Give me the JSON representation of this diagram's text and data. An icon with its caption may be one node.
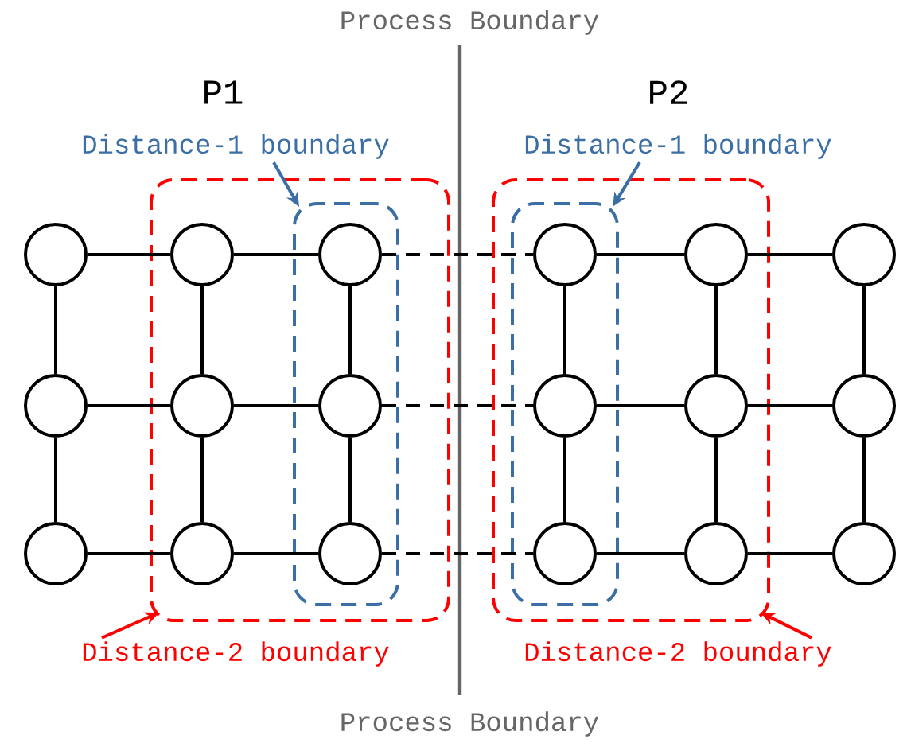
{
  "diagram": {
    "nodes": [
      {
        "text": [
          "Distance-1 boundary"
        ]
      },
      {
        "text": [
          "Distance-1 boundary"
        ]
      },
      {
        "text": [],
        "shape": "box"
      },
      {
        "text": [],
        "shape": "box",
        "in": 2
      },
      {
        "text": [],
        "shape": "box"
      },
      {
        "text": [],
        "shape": "box",
        "in": 4
      },
      {
        "text": [],
        "shape": "circle"
      },
      {
        "text": [],
        "shape": "circle",
        "in": 2
      },
      {
        "text": [],
        "shape": "circle",
        "in": 3
      },
      {
        "text": [],
        "shape": "circle",
        "in": 5
      },
      {
        "text": [],
        "shape": "circle",
        "in": 4
      },
      {
        "text": [],
        "shape": "circle"
      },
      {
        "text": [],
        "shape": "circle"
      },
      {
        "text": [],
        "shape": "circle",
        "in": 2
      },
      {
        "text": [],
        "shape": "circle",
        "in": 3
      },
      {
        "text": [],
        "shape": "circle",
        "in": 5
      },
      {
        "text": [],
        "shape": "circle",
        "in": 4
      },
      {
        "text": [],
        "shape": "circle"
      },
      {
        "text": [],
        "shape": "circle"
      },
      {
        "text": [],
        "shape": "circle",
        "in": 2
      },
      {
        "text": [],
        "shape": "circle",
        "in": 3
      },
      {
        "text": [],
        "shape": "circle",
        "in": 5
      },
      {
        "text": [],
        "shape": "circle",
        "in": 4
      },
      {
        "text": [],
        "shape": "circle"
      },
      {
        "text": [
          "Distance-2 boundary"
        ]
      },
      {
        "text": [
          "Distance-2 boundary"
        ]
      }
    ],
    "edges": [
      {
        "from": 6,
        "to": 7,
        "arrow": "none"
      },
      {
        "from": 7,
        "to": 8,
        "arrow": "none"
      },
      {
        "from": 8,
        "to": 9,
        "arrow": "none",
        "style": "dashed"
      },
      {
        "from": 9,
        "to": 10,
        "arrow": "none"
      },
      {
        "from": 10,
        "to": 11,
        "arrow": "none"
      },
      {
        "from": 12,
        "to": 13,
        "arrow": "none"
      },
      {
        "from": 13,
        "to": 14,
        "arrow": "none"
      },
      {
        "from": 14,
        "to": 15,
        "arrow": "none",
        "style": "dashed"
      },
      {
        "from": 15,
        "to": 16,
        "arrow": "none"
      },
      {
        "from": 16,
        "to": 17,
        "arrow": "none"
      },
      {
        "from": 18,
        "to": 19,
        "arrow": "none"
      },
      {
        "from": 19,
        "to": 20,
        "arrow": "none"
      },
      {
        "from": 20,
        "to": 21,
        "arrow": "none",
        "style": "dashed"
      },
      {
        "from": 21,
        "to": 22,
        "arrow": "none"
      },
      {
        "from": 22,
        "to": 23,
        "arrow": "none"
      },
      {
        "from": 6,
        "to": 12,
        "arrow": "none"
      },
      {
        "from": 12,
        "to": 18,
        "arrow": "none"
      },
      {
        "from": 7,
        "to": 13,
        "arrow": "none"
      },
      {
        "from": 13,
        "to": 19,
        "arrow": "none"
      },
      {
        "from": 8,
        "to": 14,
        "arrow": "none"
      },
      {
        "from": 14,
        "to": 20,
        "arrow": "none"
      },
      {
        "from": 9,
        "to": 15,
        "arrow": "none"
      },
      {
        "from": 15,
        "to": 21,
        "arrow": "none"
      },
      {
        "from": 10,
        "to": 16,
        "arrow": "none"
      },
      {
        "from": 16,
        "to": 22,
        "arrow": "none"
      },
      {
        "from": 11,
        "to": 17,
        "arrow": "none"
      },
      {
        "from": 17,
        "to": 23,
        "arrow": "none"
      },
      {
        "from": 0,
        "to": 3,
        "arrow": "to",
        "color": "#3a6ea5"
      },
      {
        "from": 1,
        "to": 5,
        "arrow": "to",
        "color": "#3a6ea5"
      },
      {
        "from": 24,
        "to": 2,
        "arrow": "to",
        "color": "#ff0000"
      },
      {
        "from": 25,
        "to": 4,
        "arrow": "to",
        "color": "#ff0000"
      }
    ],
    "labels": [
      "Process Boundary",
      "P1",
      "P2",
      "Process Boundary"
    ]
  }
}
